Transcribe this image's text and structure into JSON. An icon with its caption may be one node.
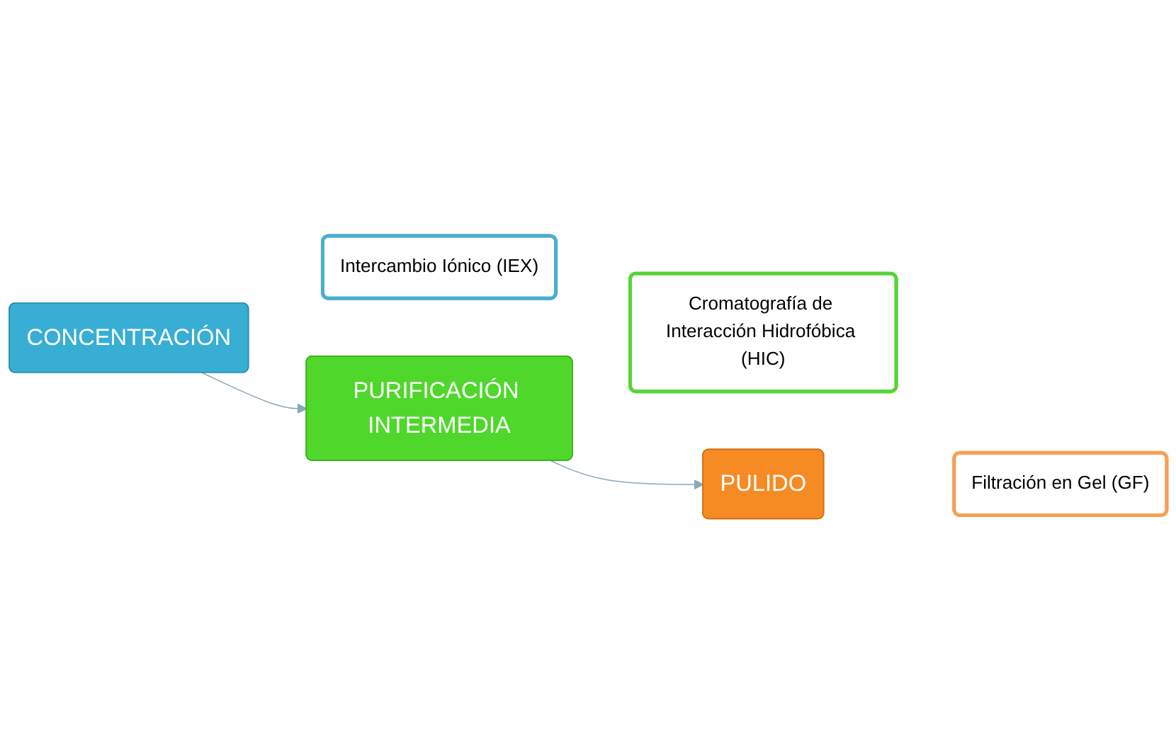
{
  "diagram": {
    "nodes": [
      {
        "text": [
          "CONCENTRACIÓN"
        ]
      },
      {
        "text": [
          "Intercambio Iónico (IEX)"
        ]
      },
      {
        "text": [
          "PURIFICACIÓN INTERMEDIA"
        ]
      },
      {
        "text": [
          "Cromatografía de Interacción Hidrofóbica (HIC)"
        ]
      },
      {
        "text": [
          "PULIDO"
        ]
      },
      {
        "text": [
          "Filtración en Gel (GF)"
        ]
      }
    ],
    "edges": [
      {
        "from": 0,
        "to": 2,
        "arrow": "to"
      },
      {
        "from": 2,
        "to": 4,
        "arrow": "to"
      }
    ]
  }
}
